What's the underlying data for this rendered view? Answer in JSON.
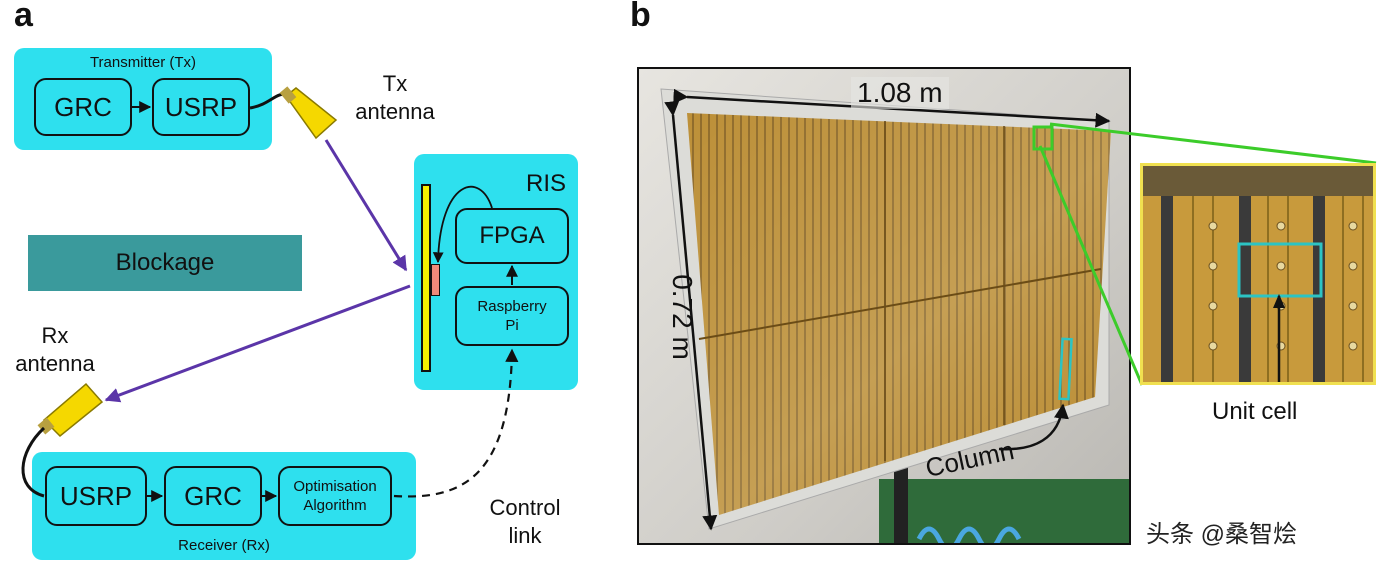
{
  "panel_a": {
    "letter": "a",
    "transmitter": {
      "title": "Transmitter (Tx)",
      "grc": "GRC",
      "usrp": "USRP"
    },
    "tx_antenna": [
      "Tx",
      "antenna"
    ],
    "ris": {
      "title": "RIS",
      "fpga": "FPGA",
      "raspberry": [
        "Raspberry",
        "Pi"
      ]
    },
    "blockage": "Blockage",
    "rx_antenna": [
      "Rx",
      "antenna"
    ],
    "receiver": {
      "title": "Receiver (Rx)",
      "usrp": "USRP",
      "grc": "GRC",
      "opt": [
        "Optimisation",
        "Algorithm"
      ]
    },
    "control_link": [
      "Control",
      "link"
    ]
  },
  "panel_b": {
    "letter": "b",
    "width_label": "1.08 m",
    "height_label": "0.72 m",
    "column_label": "Column",
    "unit_cell_label": "Unit cell"
  },
  "watermark": "头条 @桑智烩",
  "colors": {
    "box": "#2ee0ee",
    "arrow": "#5b35a8",
    "antenna": "#f5d800",
    "blockage": "#3a9a9c",
    "green": "#3ccc2a",
    "gold": "#c89a3c"
  }
}
